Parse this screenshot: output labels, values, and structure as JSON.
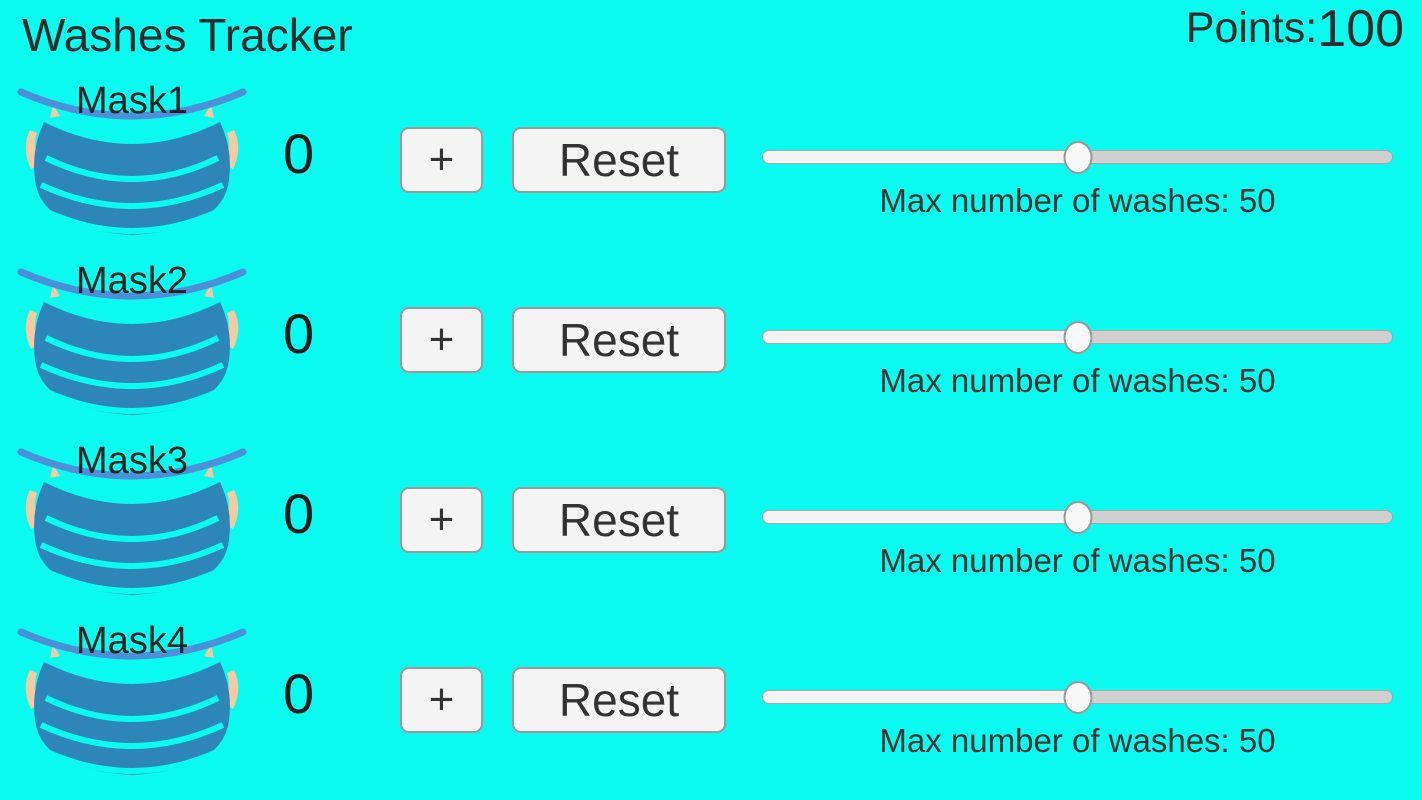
{
  "header": {
    "title": "Washes Tracker",
    "points_label": "Points:",
    "points_value": "100"
  },
  "colors": {
    "background": "#0BFBF1",
    "text_primary": "#2B2B2B",
    "button_background": "#F4F4F4",
    "button_border": "#9A9A9A",
    "mask_body_blue": "#2E86B8",
    "mask_strap_blue": "#4B90D8",
    "mask_ear_peach": "#F5CBA3",
    "slider_fill": "#F3F3F3",
    "slider_track": "#D0D0D0",
    "slider_thumb": "#F9F9F9"
  },
  "rows": [
    {
      "mask_label": "Mask1",
      "wash_count": "0",
      "increment_label": "+",
      "reset_label": "Reset",
      "slider_position_percent": 50,
      "max_washes_label": "Max number of washes: 50"
    },
    {
      "mask_label": "Mask2",
      "wash_count": "0",
      "increment_label": "+",
      "reset_label": "Reset",
      "slider_position_percent": 50,
      "max_washes_label": "Max number of washes: 50"
    },
    {
      "mask_label": "Mask3",
      "wash_count": "0",
      "increment_label": "+",
      "reset_label": "Reset",
      "slider_position_percent": 50,
      "max_washes_label": "Max number of washes: 50"
    },
    {
      "mask_label": "Mask4",
      "wash_count": "0",
      "increment_label": "+",
      "reset_label": "Reset",
      "slider_position_percent": 50,
      "max_washes_label": "Max number of washes: 50"
    }
  ]
}
